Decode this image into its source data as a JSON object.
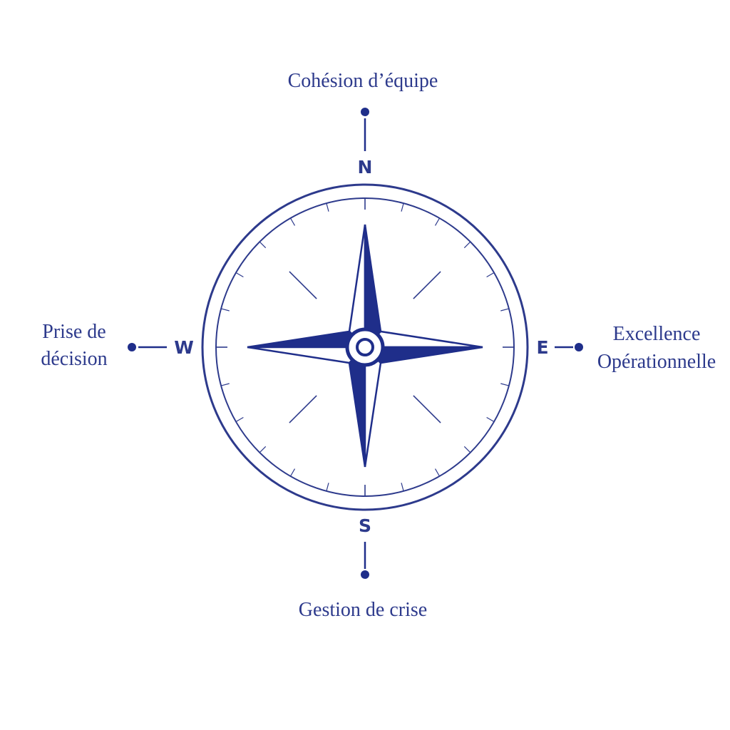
{
  "colors": {
    "primary": "#2d3a8c",
    "fill": "#1f2e8a",
    "background": "#ffffff"
  },
  "cardinals": {
    "north": "N",
    "south": "S",
    "east": "E",
    "west": "W"
  },
  "labels": {
    "north": "Cohésion d’équipe",
    "south": "Gestion de crise",
    "east_line1": "Excellence",
    "east_line2": "Opérationnelle",
    "west_line1": "Prise de",
    "west_line2": "décision"
  }
}
